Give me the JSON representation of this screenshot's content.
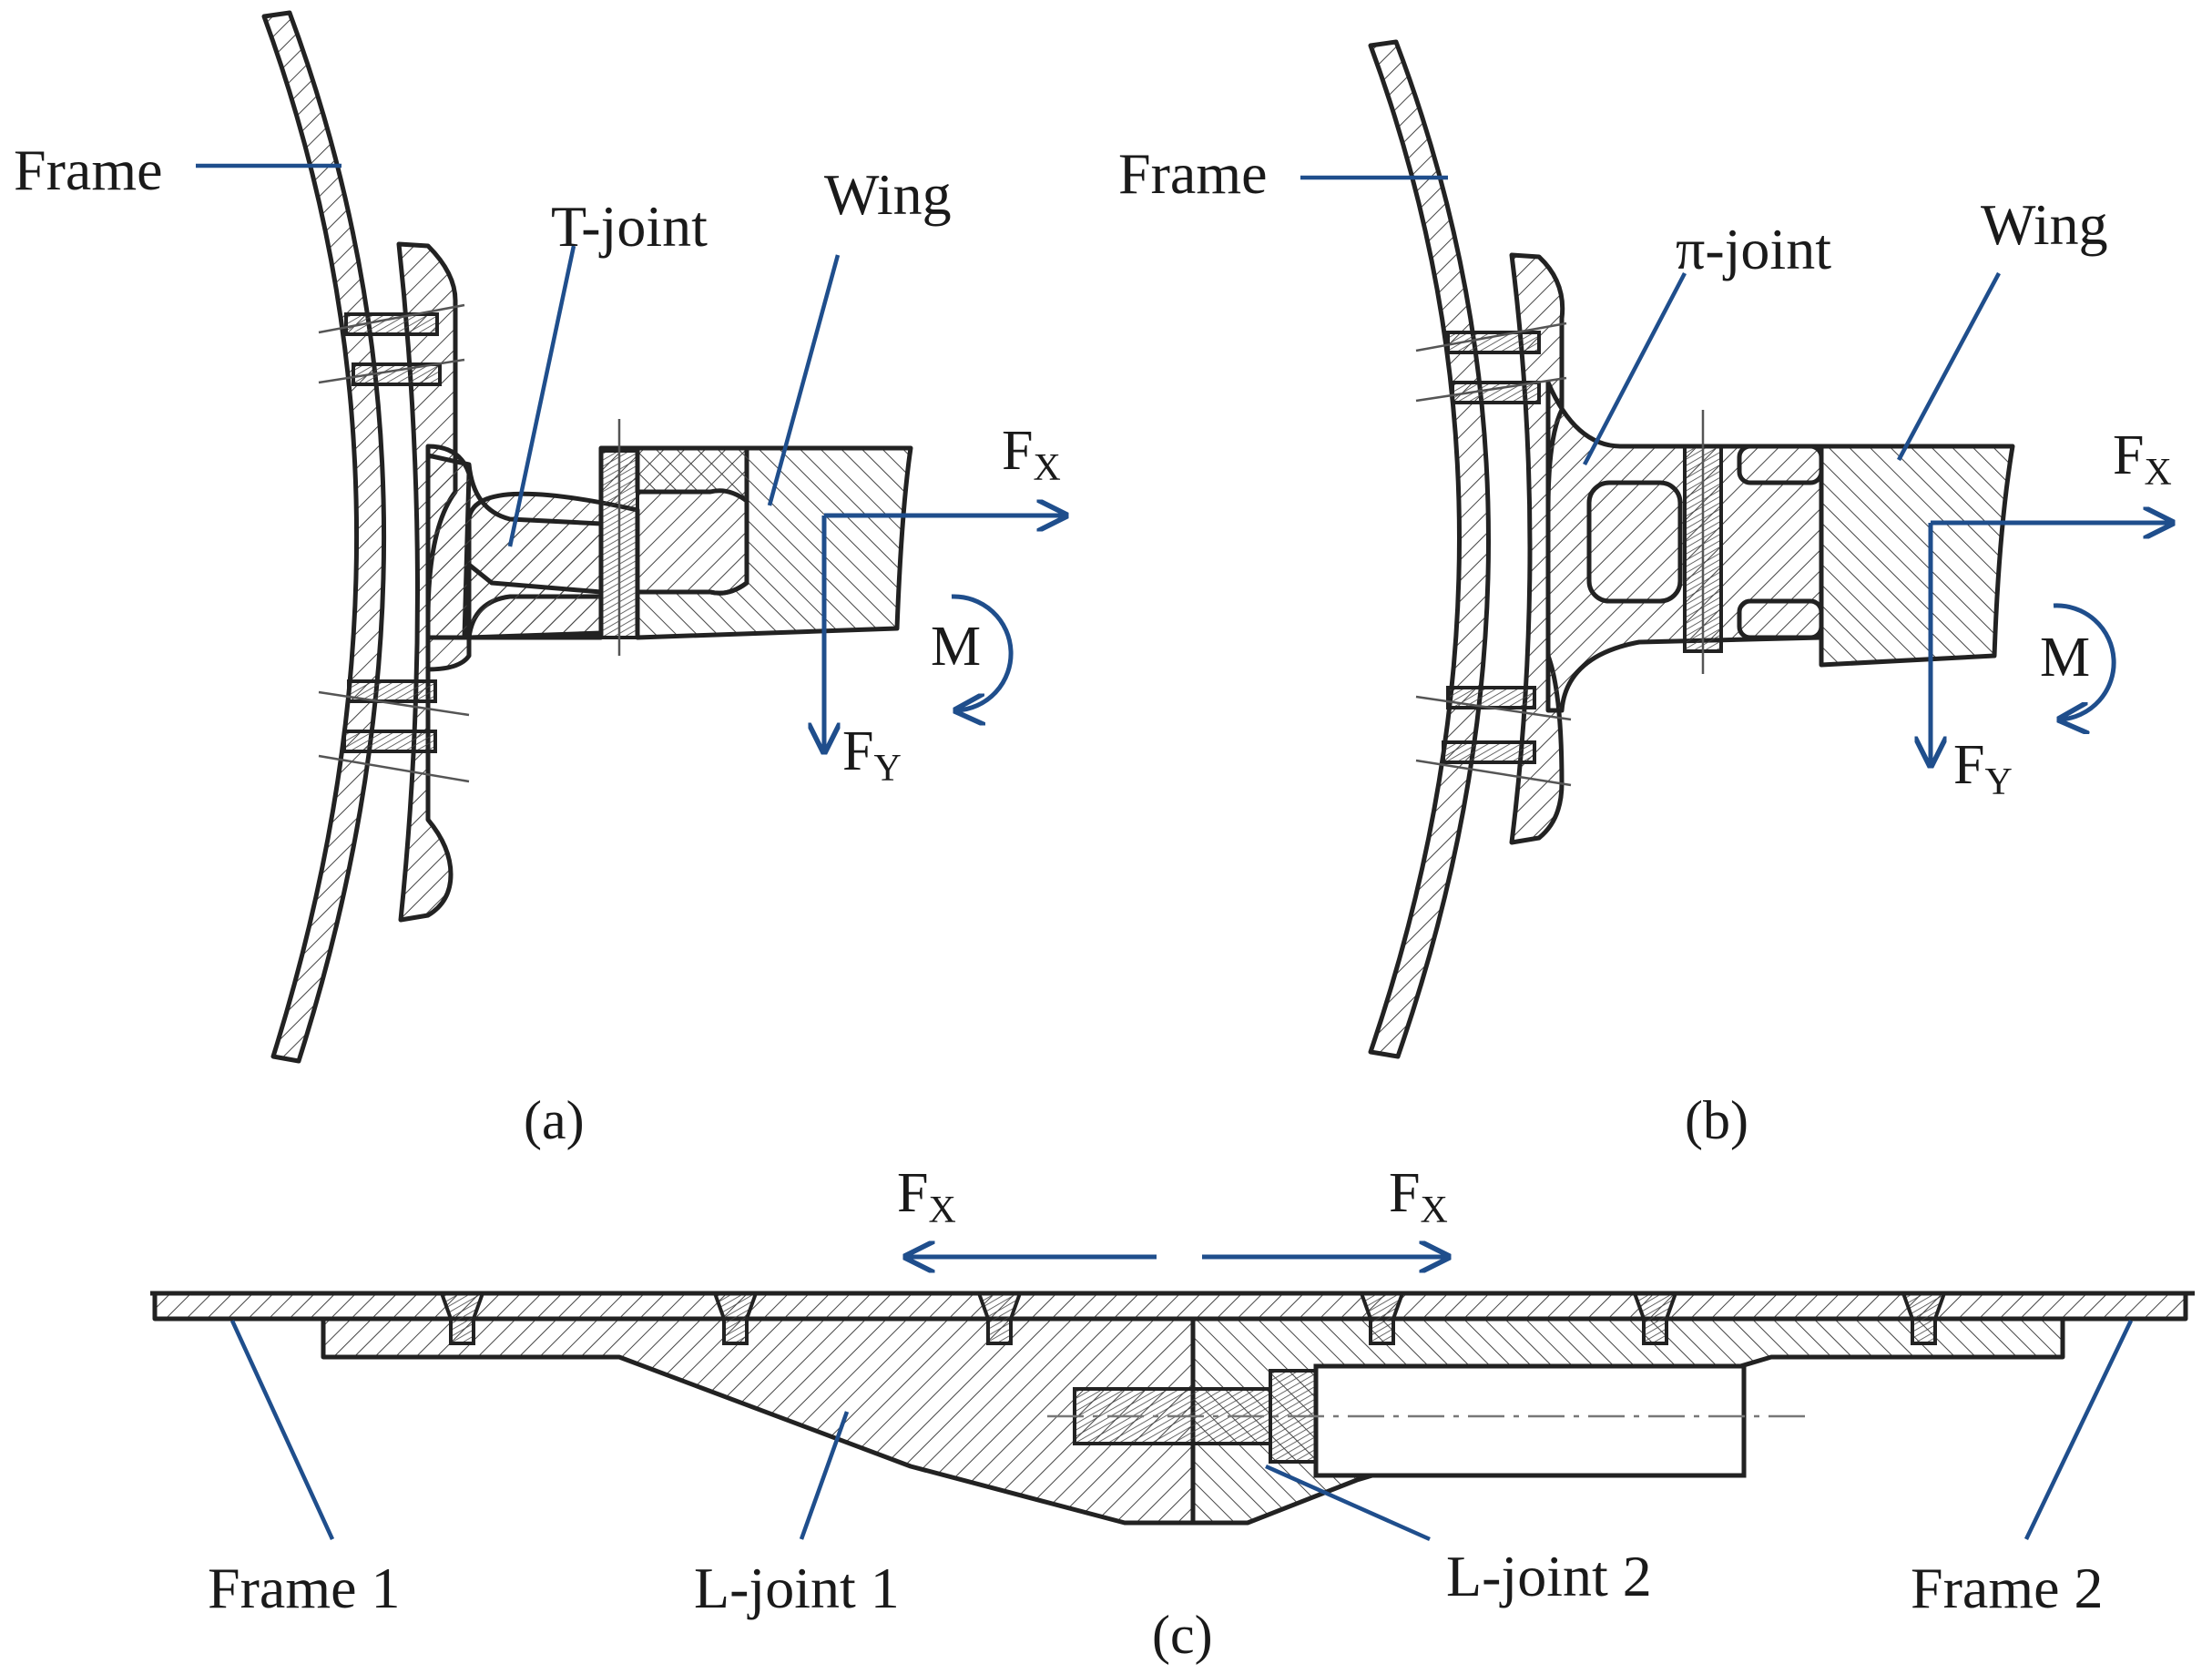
{
  "panel_a": {
    "caption": "(a)",
    "labels": {
      "frame": "Frame",
      "joint": "T-joint",
      "wing": "Wing"
    },
    "forces": {
      "fx": "F",
      "fx_sub": "X",
      "fy": "F",
      "fy_sub": "Y",
      "moment": "M"
    }
  },
  "panel_b": {
    "caption": "(b)",
    "labels": {
      "frame": "Frame",
      "joint": "π-joint",
      "wing": "Wing"
    },
    "forces": {
      "fx": "F",
      "fx_sub": "X",
      "fy": "F",
      "fy_sub": "Y",
      "moment": "M"
    }
  },
  "panel_c": {
    "caption": "(c)",
    "labels": {
      "frame1": "Frame 1",
      "ljoint1": "L-joint 1",
      "ljoint2": "L-joint 2",
      "frame2": "Frame 2"
    },
    "forces": {
      "fx_left": "F",
      "fx_left_sub": "X",
      "fx_right": "F",
      "fx_right_sub": "X"
    }
  },
  "colors": {
    "leader": "#1f4e8c",
    "outline": "#222222",
    "text": "#1a1a1a"
  }
}
